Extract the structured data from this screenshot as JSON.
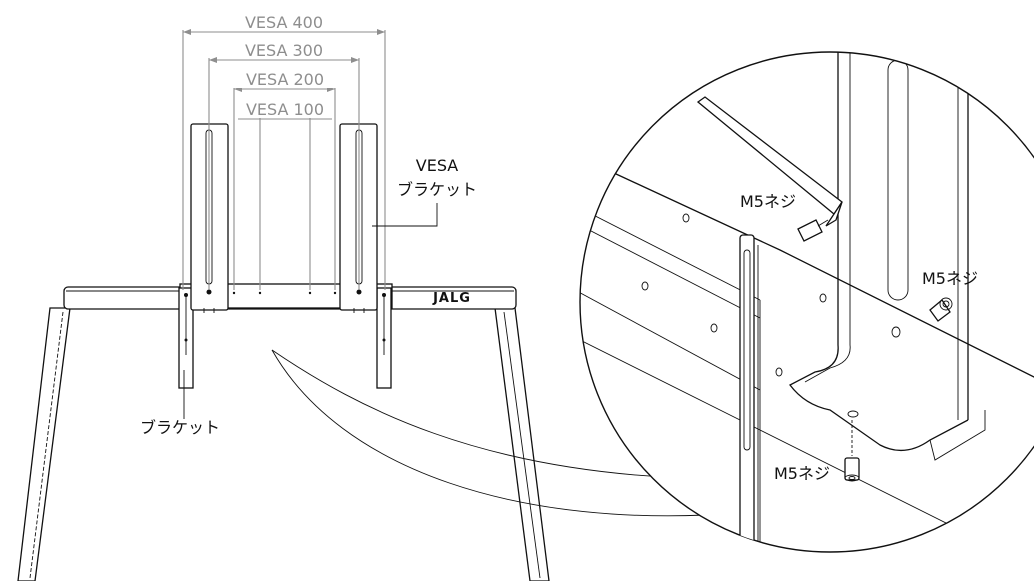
{
  "dimensions": {
    "vesa400": "VESA 400",
    "vesa300": "VESA 300",
    "vesa200": "VESA 200",
    "vesa100": "VESA 100"
  },
  "labels": {
    "vesa_bracket_line1": "VESA",
    "vesa_bracket_line2": "ブラケット",
    "bracket": "ブラケット",
    "screw_top": "M5ネジ",
    "screw_right": "M5ネジ",
    "screw_bottom": "M5ネジ"
  },
  "logo": "JALG",
  "colors": {
    "line": "#111111",
    "dimension": "#8e8e8e",
    "background": "#ffffff"
  }
}
